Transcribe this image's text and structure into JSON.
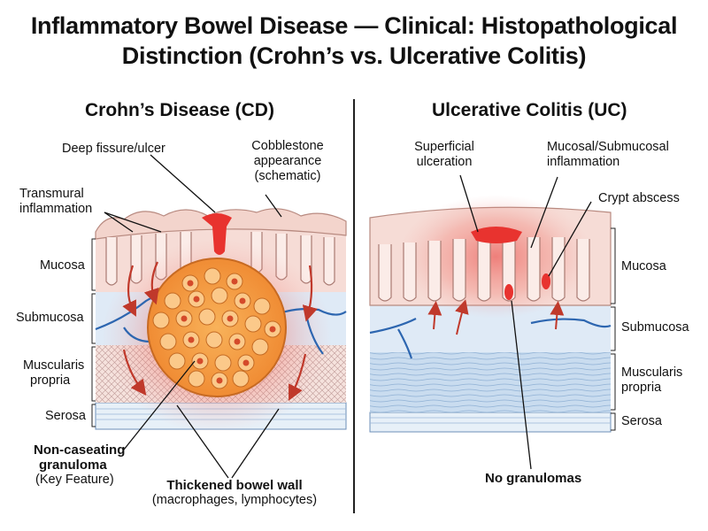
{
  "title": {
    "line1": "Inflammatory Bowel Disease — Clinical: Histopathological",
    "line2": "Distinction (Crohn’s vs. Ulcerative Colitis)"
  },
  "crohns": {
    "heading": "Crohn’s Disease (CD)",
    "fissure": "Deep fissure/ulcer",
    "cobble_1": "Cobblestone",
    "cobble_2": "appearance",
    "cobble_3": "(schematic)",
    "transmural_1": "Transmural",
    "transmural_2": "inflammation",
    "layer_mucosa": "Mucosa",
    "layer_submucosa": "Submucosa",
    "layer_muscularis_1": "Muscularis",
    "layer_muscularis_2": "propria",
    "layer_serosa": "Serosa",
    "granuloma_1": "Non-caseating",
    "granuloma_2": "granuloma",
    "granuloma_3": "(Key Feature)",
    "thick_1": "Thickened bowel wall",
    "thick_2": "(macrophages, lymphocytes)"
  },
  "uc": {
    "heading": "Ulcerative Colitis (UC)",
    "superficial_1": "Superficial",
    "superficial_2": "ulceration",
    "mucosal_1": "Mucosal/Submucosal",
    "mucosal_2": "inflammation",
    "crypt": "Crypt abscess",
    "layer_mucosa": "Mucosa",
    "layer_submucosa": "Submucosa",
    "layer_muscularis_1": "Muscularis",
    "layer_muscularis_2": "propria",
    "layer_serosa": "Serosa",
    "no_granulomas": "No granulomas"
  },
  "colors": {
    "mucosa": "#f6dcd6",
    "submucosa": "#dfeaf6",
    "muscularis": "#c9dcef",
    "serosa": "#e7f0f8",
    "inflammation": "#e8332f",
    "granuloma": "#f39a3c",
    "vessel": "#2d66b0"
  }
}
